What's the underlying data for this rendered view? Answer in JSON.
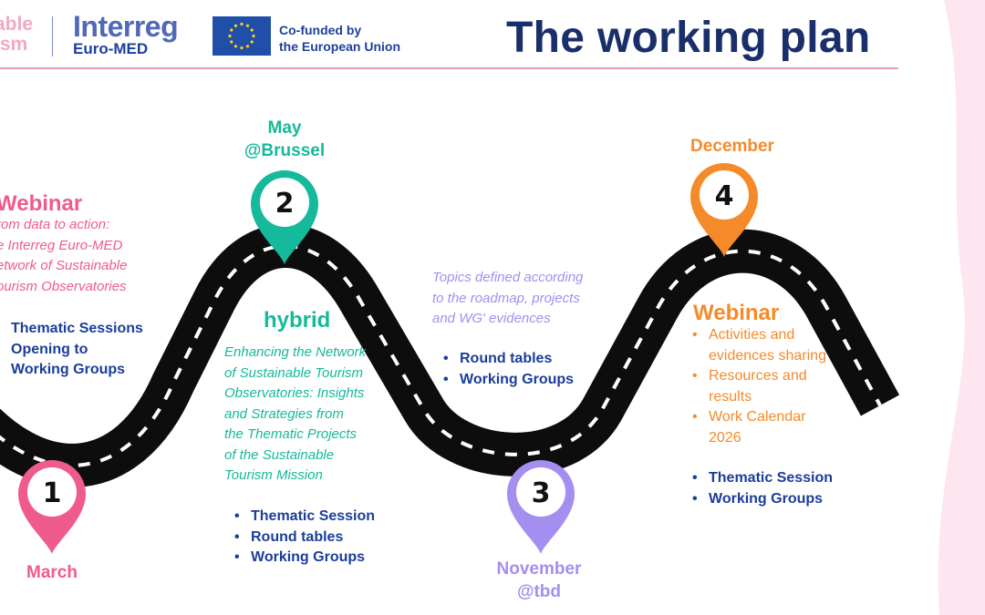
{
  "header": {
    "brand_partial_line1": "able",
    "brand_partial_line2": "ism",
    "interreg": "Interreg",
    "euromed": "Euro-MED",
    "cofunded_line1": "Co-funded by",
    "cofunded_line2": "the European Union",
    "title": "The working plan"
  },
  "colors": {
    "pink": "#ef5b8d",
    "teal": "#15b99b",
    "lavender": "#a48ef0",
    "orange": "#f58a2a",
    "navy": "#1b3d9b",
    "road": "#0d0d0d",
    "title": "#1a2e6b"
  },
  "stops": {
    "s1": {
      "number": "1",
      "date": "March",
      "heading": "Webinar",
      "lines": [
        "rom data to action:",
        "e Interreg Euro-MED",
        "etwork of Sustainable",
        "ourism Observatories"
      ],
      "bullets": [
        "Thematic Sessions",
        "Opening to"
      ],
      "bullet_cont": "Working Groups"
    },
    "s2": {
      "number": "2",
      "date_line1": "May",
      "date_line2": "@Brussel",
      "heading": "hybrid",
      "lines": [
        "Enhancing the Network",
        "of Sustainable Tourism",
        "Observatories: Insights",
        "and Strategies from",
        "the Thematic Projects",
        "of the Sustainable",
        "Tourism Mission"
      ],
      "bullets": [
        "Thematic Session",
        "Round tables",
        "Working Groups"
      ]
    },
    "s3": {
      "number": "3",
      "date_line1": "November",
      "date_line2": "@tbd",
      "lines": [
        "Topics defined according",
        "to the  roadmap, projects",
        "and WG' evidences"
      ],
      "bullets": [
        "Round tables",
        "Working Groups"
      ]
    },
    "s4": {
      "number": "4",
      "date": "December",
      "heading": "Webinar",
      "orange_items": [
        {
          "l1": "Activities and",
          "l2": "evidences sharing"
        },
        {
          "l1": "Resources and",
          "l2": "results"
        },
        {
          "l1": "Work Calendar",
          "l2": "2026"
        }
      ],
      "bullets": [
        "Thematic Session",
        "Working Groups"
      ]
    }
  }
}
